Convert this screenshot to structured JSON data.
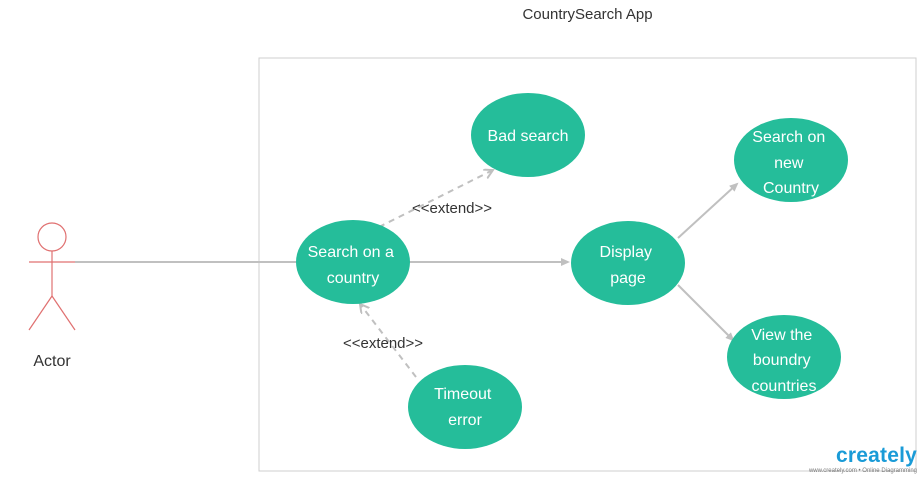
{
  "title": "CountrySearch App",
  "actor": {
    "label": "Actor"
  },
  "use_cases": {
    "search": {
      "lines": [
        "Search on a",
        "country"
      ]
    },
    "bad": {
      "lines": [
        "Bad search"
      ]
    },
    "timeout": {
      "lines": [
        "Timeout",
        "error"
      ]
    },
    "display": {
      "lines": [
        "Display",
        "page"
      ]
    },
    "new": {
      "lines": [
        "Search on",
        "new",
        "Country"
      ]
    },
    "boundry": {
      "lines": [
        "View the",
        "boundry",
        "countries"
      ]
    }
  },
  "relations": {
    "extend_top": "<<extend>>",
    "extend_bottom": "<<extend>>"
  },
  "colors": {
    "use_case_fill": "#25bd9a",
    "actor_stroke": "#e07070",
    "connector": "#c0c0c0",
    "boundary": "#cfcfcf",
    "brand": "#1a9bd7"
  },
  "branding": {
    "name": "creately",
    "tagline": "www.creately.com • Online Diagramming"
  }
}
